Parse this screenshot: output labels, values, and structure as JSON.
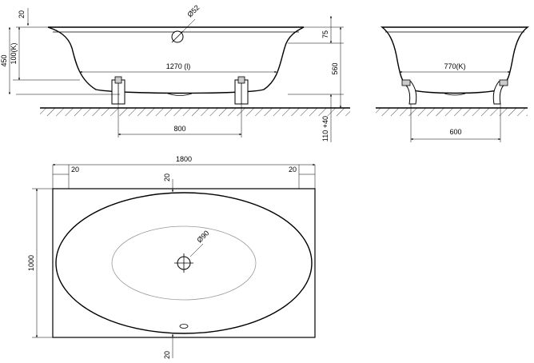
{
  "front_view": {
    "dim_top": "20",
    "dim_450": "450",
    "dim_100k": "100(K)",
    "dim_drain_dia": "Ø52",
    "dim_1270": "1270 (l)",
    "dim_800": "800",
    "dim_75": "75",
    "dim_560": "560",
    "dim_110": "110 +40"
  },
  "side_view": {
    "dim_770k": "770(K)",
    "dim_600": "600"
  },
  "plan_view": {
    "dim_1800": "1800",
    "dim_20_left": "20",
    "dim_20_right": "20",
    "dim_20_top": "20",
    "dim_20_bottom": "20",
    "dim_1000": "1000",
    "dim_drain_dia": "Ø90"
  }
}
